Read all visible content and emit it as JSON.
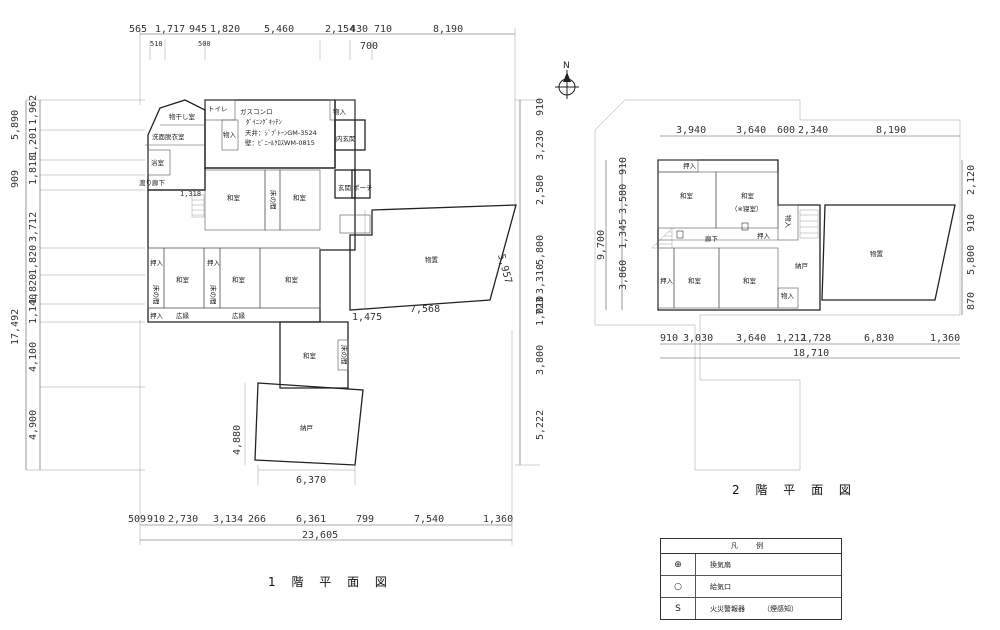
{
  "floor1": {
    "title": "1 階 平 面 図",
    "top_dims": [
      "565",
      "1,717",
      "945",
      "1,820",
      "5,460",
      "2,154",
      "430",
      "710",
      "8,190"
    ],
    "top_sub_dims": [
      "518",
      "500",
      "700"
    ],
    "left_dims": [
      "5,890",
      "1,962",
      "1,201",
      "1,818",
      "909",
      "3,712",
      "1,820",
      "1,820",
      "1,140",
      "17,492",
      "4,100",
      "4,900"
    ],
    "right_dims": [
      "910",
      "3,230",
      "2,580",
      "5,800",
      "3,310",
      "1,010",
      "723",
      "3,800",
      "5,222"
    ],
    "bottom_dims": [
      "509",
      "910",
      "2,730",
      "3,134",
      "266",
      "6,361",
      "799",
      "7,540",
      "1,360"
    ],
    "total_width": "23,605",
    "inner_dims": [
      "1,475",
      "7,568",
      "5,957",
      "4,880",
      "6,370",
      "1,318"
    ],
    "rooms": {
      "toilet": "トイレ",
      "gas": "ガスコンロ",
      "dk": "ﾀﾞｲﾆﾝｸﾞｷｯﾁﾝ",
      "ceiling": "天井：ｼﾞﾌﾟﾄｰﾝGM-3524",
      "wall": "壁：ﾋﾞﾆｰﾙｸﾛｽWM-0815",
      "storage1": "物入",
      "storage2": "物入",
      "inner_entry": "内玄関",
      "entry": "玄関",
      "porch": "ポーチ",
      "drying": "物干し室",
      "washroom": "洗面脱衣室",
      "bath": "浴室",
      "passage": "渡り廊下",
      "washitsu1": "和室",
      "tokonoma1": "床の間",
      "washitsu2": "和室",
      "washitsu3": "和室",
      "washitsu4": "和室",
      "washitsu5": "和室",
      "washitsu6": "和室",
      "oshiire1": "押入",
      "oshiire2": "押入",
      "oshiire3": "押入",
      "tokonoma2": "床の間",
      "tokonoma3": "床の間",
      "tokonoma4": "床の間",
      "engawa1": "広縁",
      "engawa2": "広縁",
      "warehouse": "物置",
      "nando": "納戸"
    }
  },
  "floor2": {
    "title": "2 階 平 面 図",
    "top_dims": [
      "3,940",
      "3,640",
      "600",
      "2,340",
      "8,190"
    ],
    "left_dims": [
      "910",
      "9,700",
      "3,580",
      "1,345",
      "3,860"
    ],
    "right_dims": [
      "2,120",
      "910",
      "5,800",
      "870"
    ],
    "bottom_dims": [
      "910",
      "3,030",
      "3,640",
      "1,212",
      "1,728",
      "6,830",
      "1,360"
    ],
    "total_width": "18,710",
    "rooms": {
      "oshiire1": "押入",
      "washitsu1": "和室",
      "washitsu2": "和室",
      "bedroom": "（※寝室）",
      "hall": "廊下",
      "oshiire2": "押入",
      "storage": "物入",
      "oshiire3": "押入",
      "washitsu3": "和室",
      "washitsu4": "和室",
      "nando": "納戸",
      "storage2": "物入",
      "warehouse": "物置"
    }
  },
  "north": "N",
  "legend": {
    "title": "凡 例",
    "items": [
      {
        "symbol": "⊕",
        "label": "換気扇"
      },
      {
        "symbol": "○",
        "label": "給気口"
      },
      {
        "symbol": "S",
        "label": "火災警報器",
        "note": "（煙感知）"
      }
    ]
  }
}
